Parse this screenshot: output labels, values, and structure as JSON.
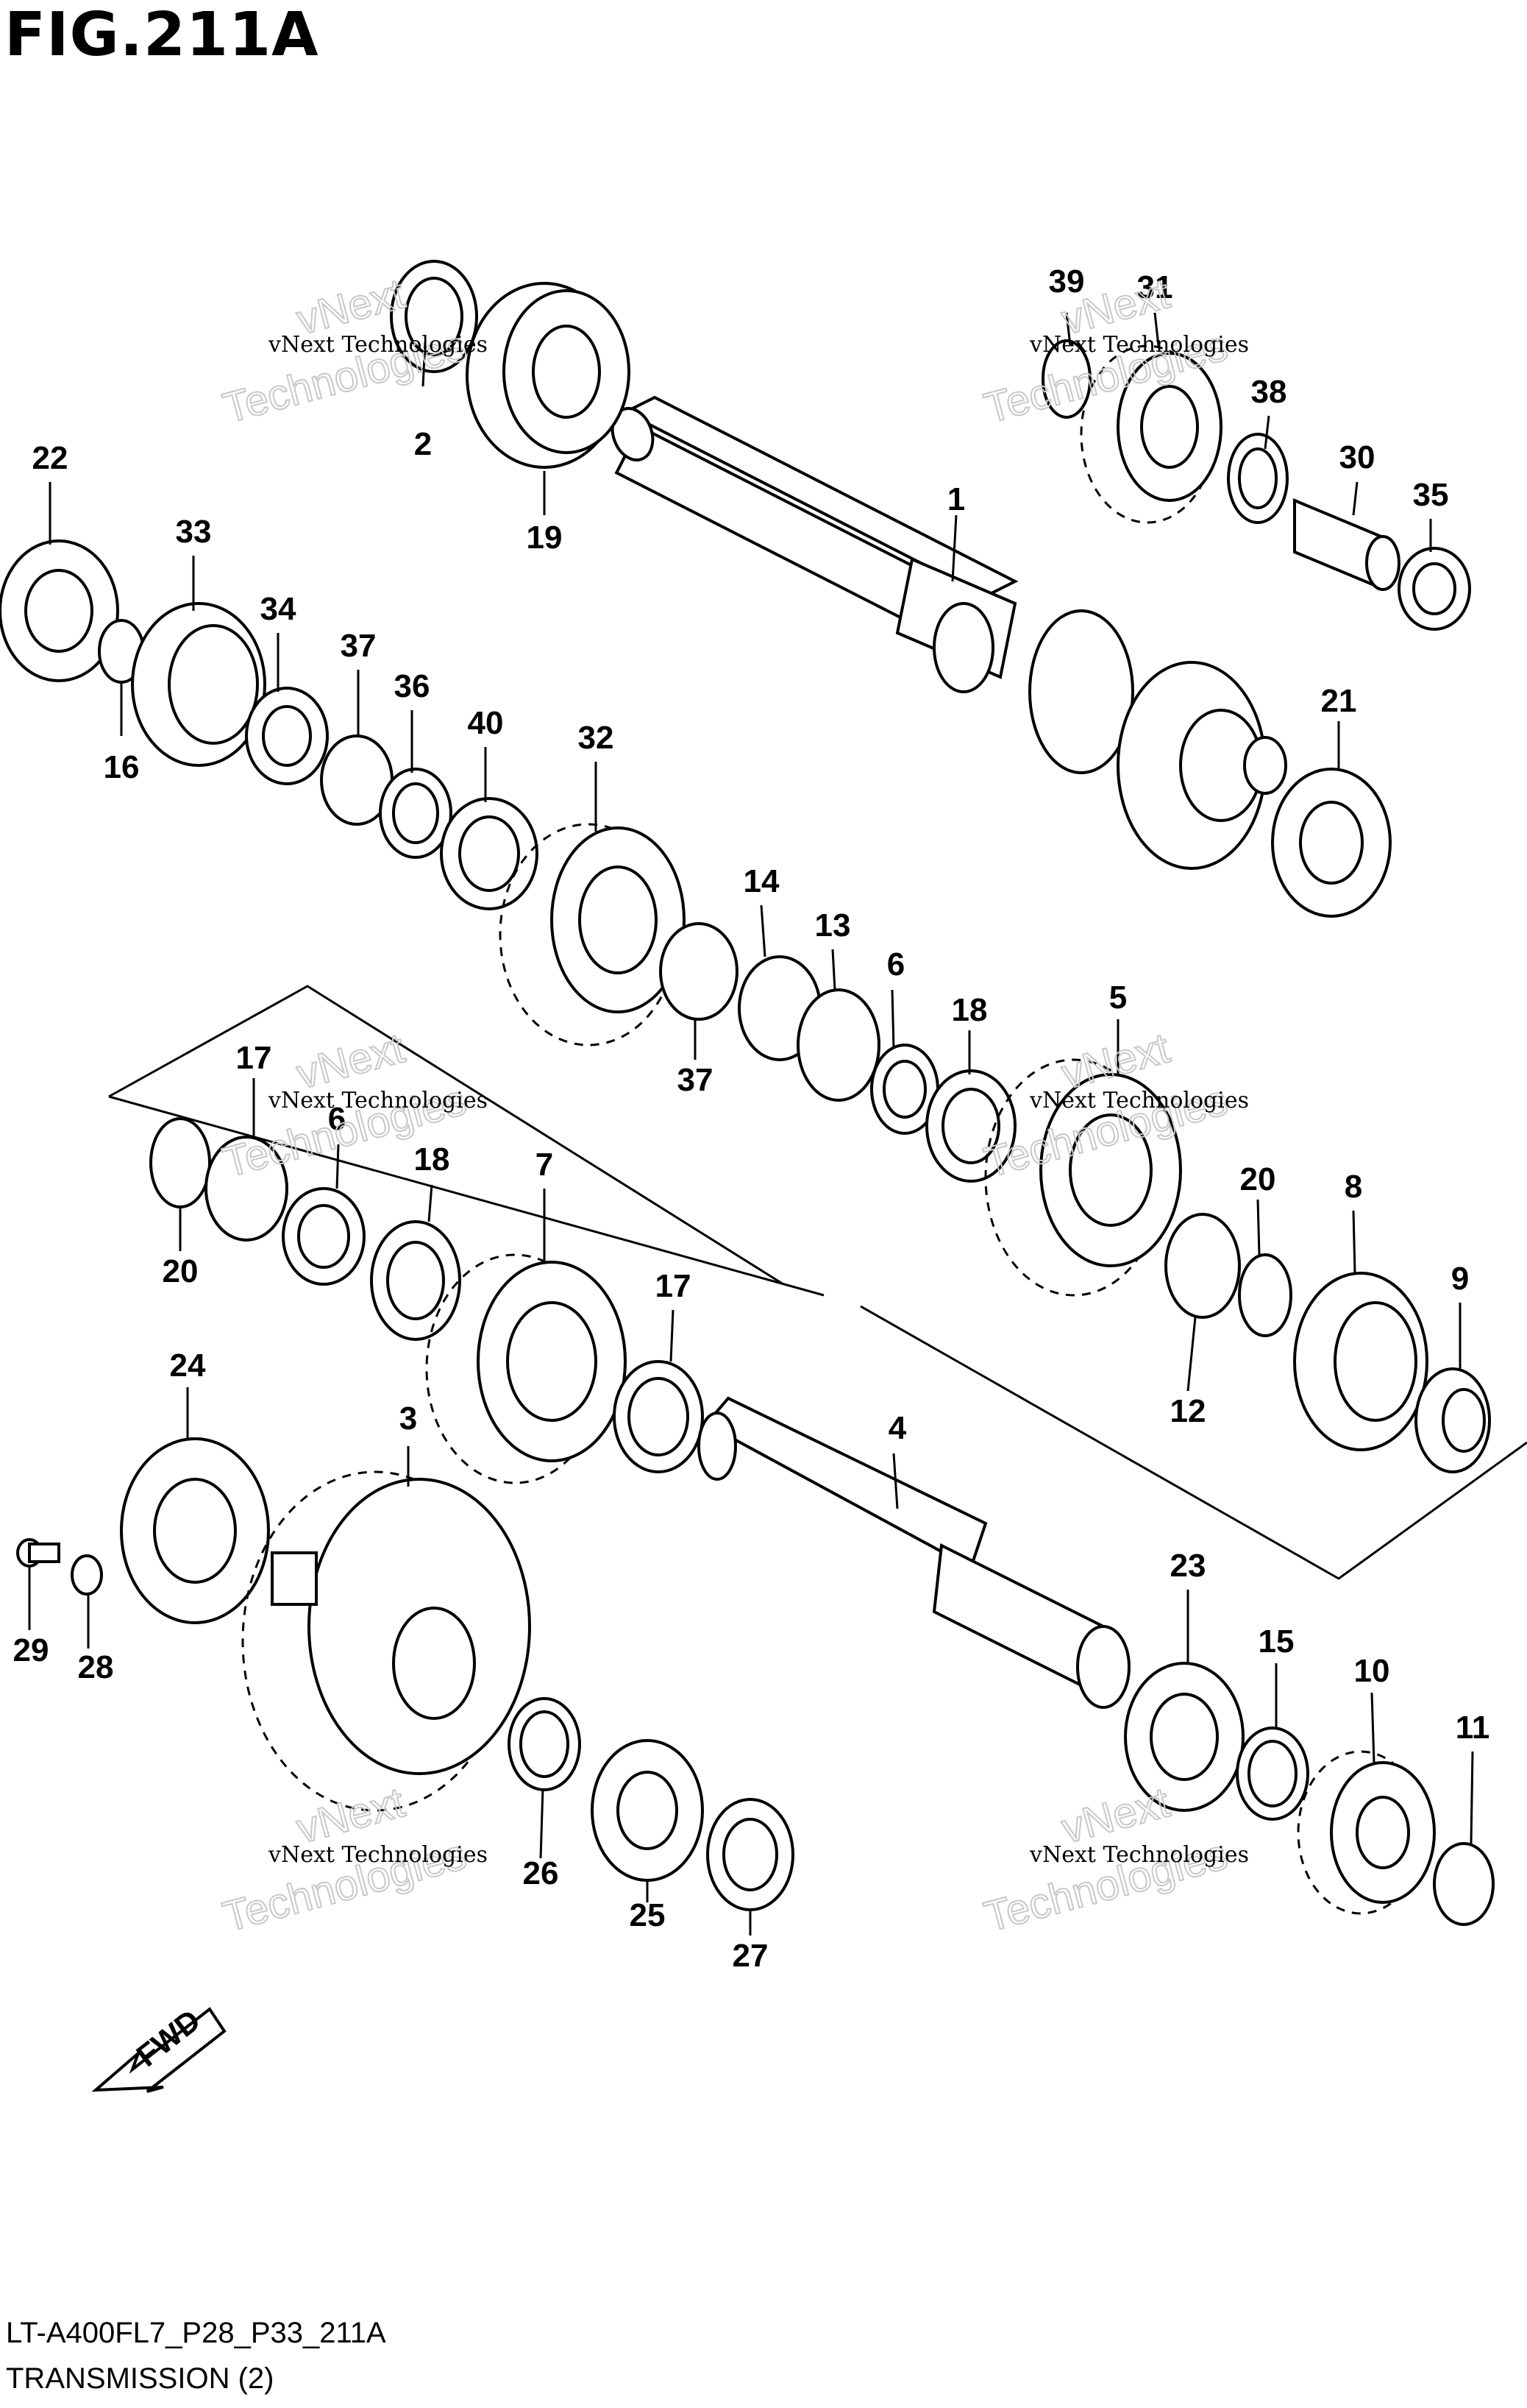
{
  "figure": {
    "title": "FIG.211A",
    "model_code": "LT-A400FL7_P28_P33_211A",
    "section_name": "TRANSMISSION (2)"
  },
  "watermark": {
    "line1": "vNext Technologies",
    "line2": "vNext",
    "line3": "Technologies"
  },
  "fwd_label": "FWD",
  "callouts": [
    "1",
    "2",
    "3",
    "4",
    "5",
    "6",
    "6",
    "7",
    "8",
    "9",
    "10",
    "11",
    "12",
    "13",
    "14",
    "15",
    "16",
    "17",
    "17",
    "18",
    "18",
    "19",
    "20",
    "20",
    "21",
    "22",
    "23",
    "24",
    "25",
    "26",
    "27",
    "28",
    "29",
    "30",
    "31",
    "32",
    "33",
    "34",
    "35",
    "36",
    "37",
    "37",
    "38",
    "39",
    "40"
  ]
}
